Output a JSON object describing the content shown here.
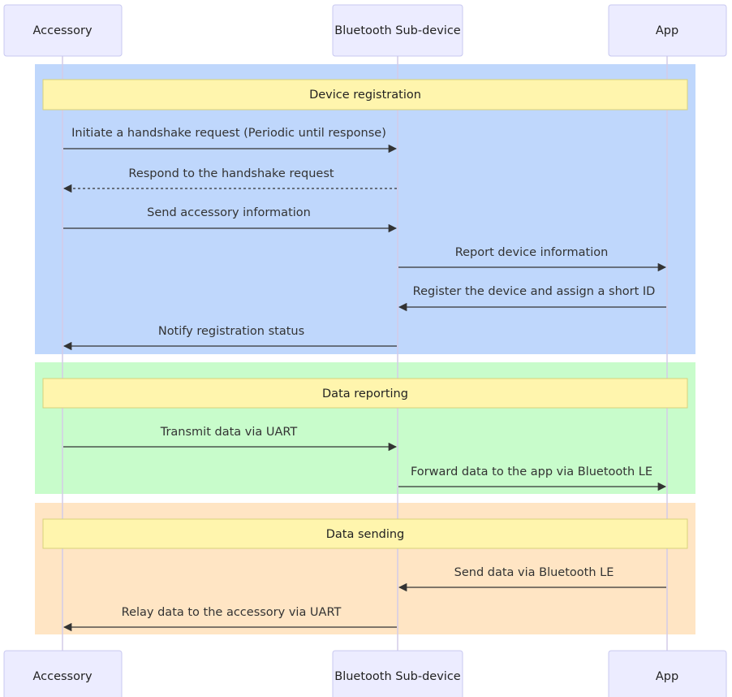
{
  "participants": [
    {
      "id": "accessory",
      "label": "Accessory"
    },
    {
      "id": "subdevice",
      "label": "Bluetooth Sub-device"
    },
    {
      "id": "app",
      "label": "App"
    }
  ],
  "sections": [
    {
      "id": "registration",
      "note": "Device registration",
      "color": "#BFD7FC",
      "messages": [
        {
          "from": "accessory",
          "to": "subdevice",
          "label": "Initiate a handshake request (Periodic until response)",
          "style": "solid"
        },
        {
          "from": "subdevice",
          "to": "accessory",
          "label": "Respond to the handshake request",
          "style": "dashed"
        },
        {
          "from": "accessory",
          "to": "subdevice",
          "label": "Send accessory information",
          "style": "solid"
        },
        {
          "from": "subdevice",
          "to": "app",
          "label": "Report device information",
          "style": "solid"
        },
        {
          "from": "app",
          "to": "subdevice",
          "label": "Register the device and assign a short ID",
          "style": "solid"
        },
        {
          "from": "subdevice",
          "to": "accessory",
          "label": "Notify registration status",
          "style": "solid"
        }
      ]
    },
    {
      "id": "reporting",
      "note": "Data reporting",
      "color": "#C8FCCB",
      "messages": [
        {
          "from": "accessory",
          "to": "subdevice",
          "label": "Transmit data via UART",
          "style": "solid"
        },
        {
          "from": "subdevice",
          "to": "app",
          "label": "Forward data to the app via Bluetooth LE",
          "style": "solid"
        }
      ]
    },
    {
      "id": "sending",
      "note": "Data sending",
      "color": "#FFE5C4",
      "messages": [
        {
          "from": "app",
          "to": "subdevice",
          "label": "Send data via Bluetooth LE",
          "style": "solid"
        },
        {
          "from": "subdevice",
          "to": "accessory",
          "label": "Relay data to the accessory via UART",
          "style": "solid"
        }
      ]
    }
  ]
}
